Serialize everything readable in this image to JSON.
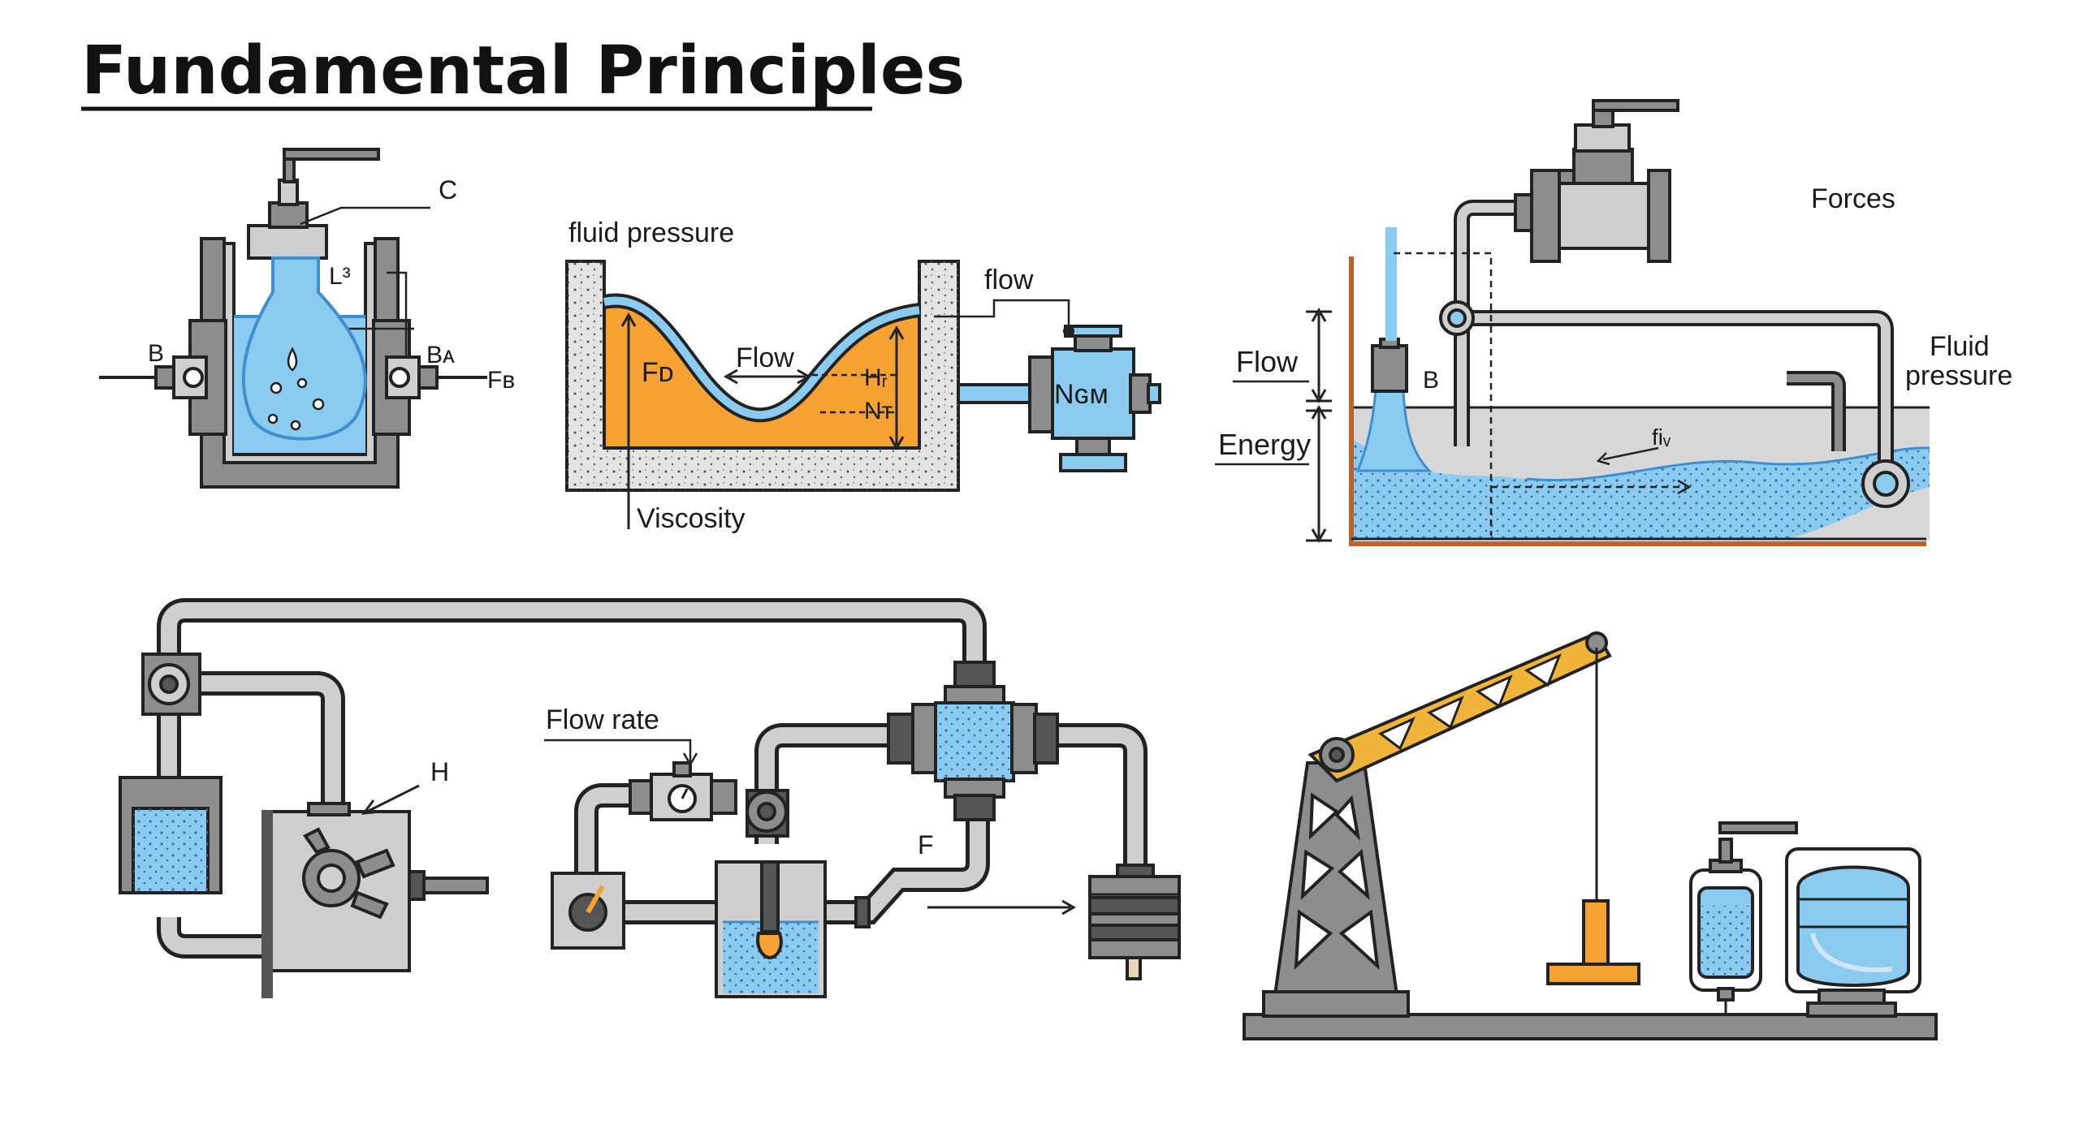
{
  "title": "Fundamental Principles",
  "colors": {
    "water": "#8ccbf0",
    "water_dark": "#3f8fd0",
    "steel": "#8d8d8d",
    "steel_light": "#cfcfcf",
    "steel_dark": "#555555",
    "orange": "#f5a233",
    "yellow": "#f1b43a",
    "outline": "#222222",
    "concrete": "#e4e4e4"
  },
  "panel1": {
    "label_c": "C",
    "label_l3": "L³",
    "label_b_left": "B",
    "label_b_right": "Bᴀ",
    "label_f": "Fʙ"
  },
  "panel2": {
    "label_fluid_pressure": "fluid pressure",
    "label_flow_top": "flow",
    "label_flow_mid": "Flow",
    "label_fp": "Fᴅ",
    "label_h1": "Hᵣ",
    "label_h2": "Nᴛ",
    "label_pump": "Nɢᴍ",
    "label_viscosity": "Viscosity"
  },
  "panel3": {
    "label_forces": "Forces",
    "label_flow": "Flow",
    "label_energy": "Energy",
    "label_b": "B",
    "label_fluid": "Fluid",
    "label_pressure": "pressure",
    "label_fiv": "fiᵥ"
  },
  "panel4": {
    "label_h": "H",
    "label_flow_rate": "Flow rate",
    "label_f": "F"
  }
}
